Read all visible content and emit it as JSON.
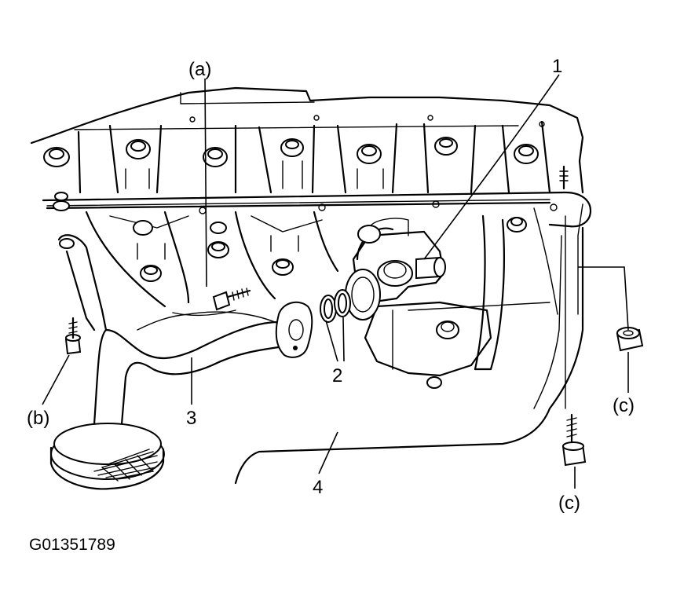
{
  "figure": {
    "id_code": "G01351789"
  },
  "callouts": {
    "c1": "1",
    "c2": "2",
    "c3": "3",
    "c4": "4",
    "ca": "(a)",
    "cb": "(b)",
    "cc_right": "(c)",
    "cc_bottom": "(c)"
  }
}
